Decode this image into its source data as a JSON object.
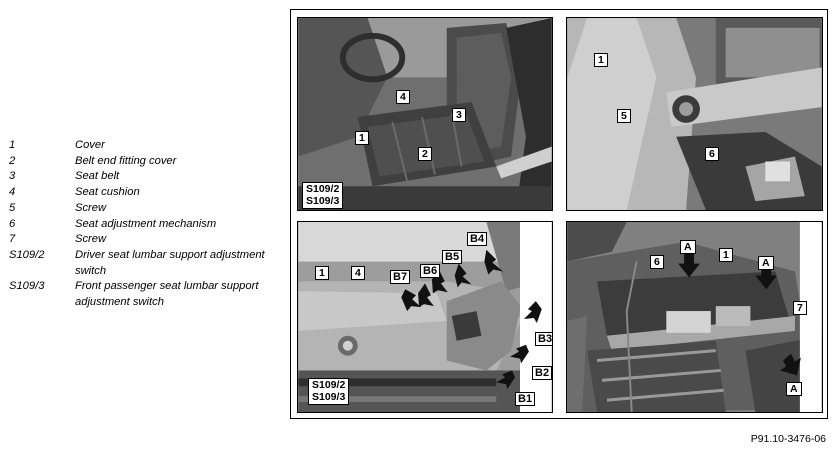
{
  "legend": [
    {
      "num": "1",
      "text": "Cover"
    },
    {
      "num": "2",
      "text": "Belt end fitting cover"
    },
    {
      "num": "3",
      "text": "Seat belt"
    },
    {
      "num": "4",
      "text": "Seat cushion"
    },
    {
      "num": "5",
      "text": "Screw"
    },
    {
      "num": "6",
      "text": "Seat adjustment mechanism"
    },
    {
      "num": "7",
      "text": "Screw"
    },
    {
      "num": "S109/2",
      "text": "Driver seat lumbar support adjustment switch"
    },
    {
      "num": "S109/3",
      "text": "Front passenger seat lumbar support adjustment switch"
    }
  ],
  "panel1": {
    "l1": "1",
    "l2": "2",
    "l3": "3",
    "l4": "4",
    "switch1": "S109/2",
    "switch2": "S109/3"
  },
  "panel2": {
    "l1": "1",
    "l5": "5",
    "l6": "6"
  },
  "panel3": {
    "l1": "1",
    "l4": "4",
    "b1": "B1",
    "b2": "B2",
    "b3": "B3",
    "b4": "B4",
    "b5": "B5",
    "b6": "B6",
    "b7": "B7",
    "switch1": "S109/2",
    "switch2": "S109/3"
  },
  "panel4": {
    "l1": "1",
    "l6": "6",
    "l7": "7",
    "a1": "A",
    "a2": "A",
    "a3": "A"
  },
  "figure_code": "P91.10-3476-06"
}
